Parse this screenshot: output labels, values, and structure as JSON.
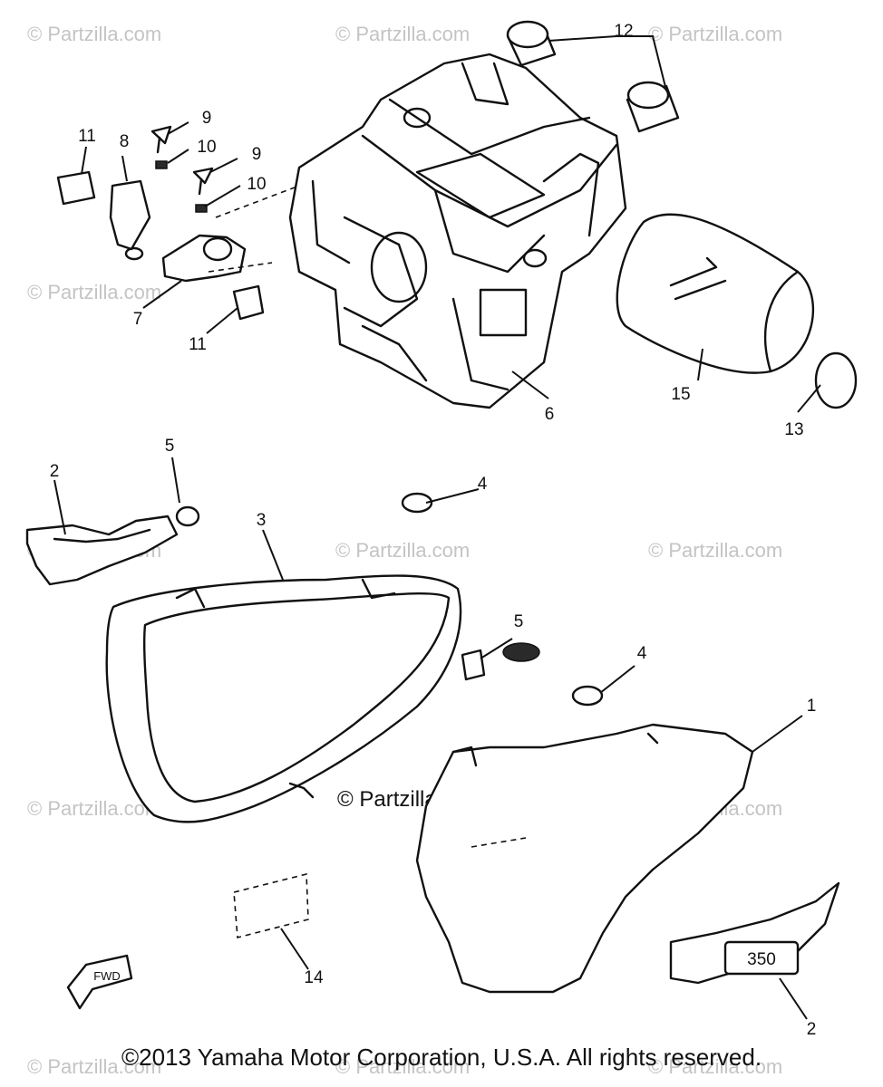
{
  "watermark": {
    "text": "© Partzilla.com",
    "center_text": "© Partzilla.com"
  },
  "callouts": {
    "c1": "1",
    "c2a": "2",
    "c2b": "2",
    "c3": "3",
    "c4a": "4",
    "c4b": "4",
    "c5a": "5",
    "c5b": "5",
    "c6": "6",
    "c7": "7",
    "c8": "8",
    "c9a": "9",
    "c9b": "9",
    "c10a": "10",
    "c10b": "10",
    "c11a": "11",
    "c11b": "11",
    "c12": "12",
    "c13": "13",
    "c14": "14",
    "c15": "15"
  },
  "labels": {
    "fwd": "FWD",
    "emblem": "350"
  },
  "copyright": "©2013 Yamaha Motor Corporation, U.S.A. All rights reserved."
}
